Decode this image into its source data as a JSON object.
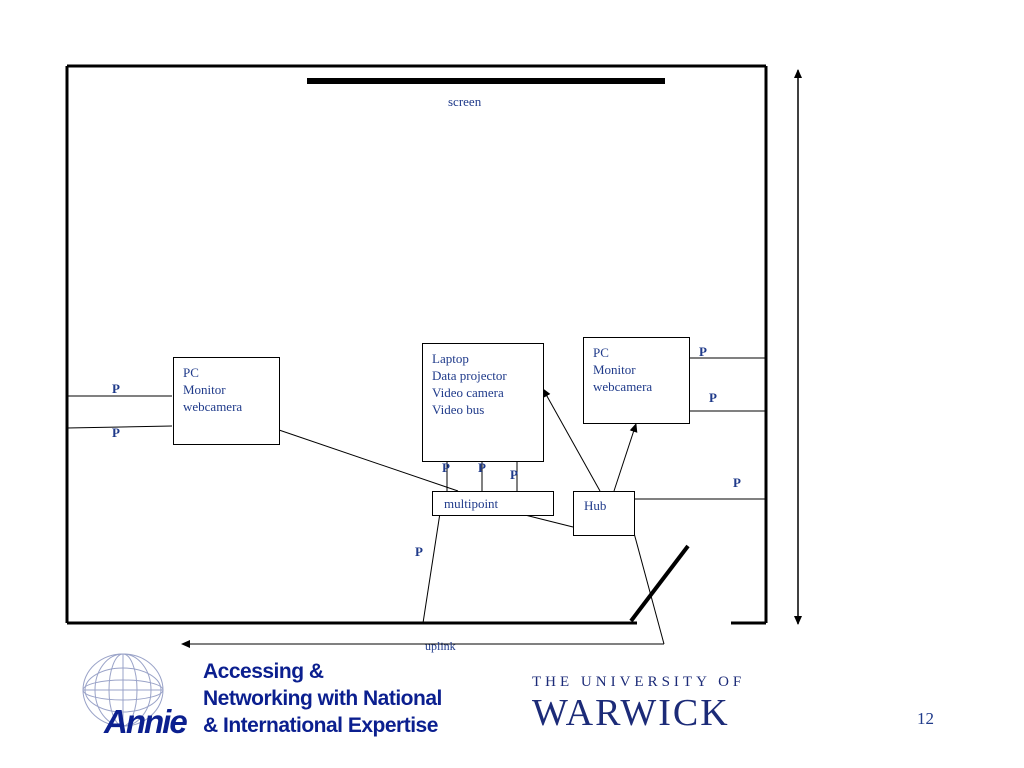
{
  "diagram": {
    "screen_label": "screen",
    "uplink_label": "uplink",
    "pc_left": [
      "PC",
      "Monitor",
      "webcamera"
    ],
    "pc_right": [
      "PC",
      "Monitor",
      "webcamera"
    ],
    "center_box": [
      "Laptop",
      "Data projector",
      "Video camera",
      "Video bus"
    ],
    "multipoint_label": "multipoint",
    "hub_label": "Hub",
    "port_label": "P"
  },
  "footer": {
    "annie_line1": "Accessing &",
    "annie_line2": "Networking with National",
    "annie_line3": "& International Expertise",
    "annie_logo_word": "Annie",
    "warwick_top": "THE UNIVERSITY OF",
    "warwick_main": "WARWICK",
    "page_number": "12"
  },
  "colors": {
    "text_blue": "#1f3a8a",
    "logo_blue": "#0b1f8f"
  }
}
